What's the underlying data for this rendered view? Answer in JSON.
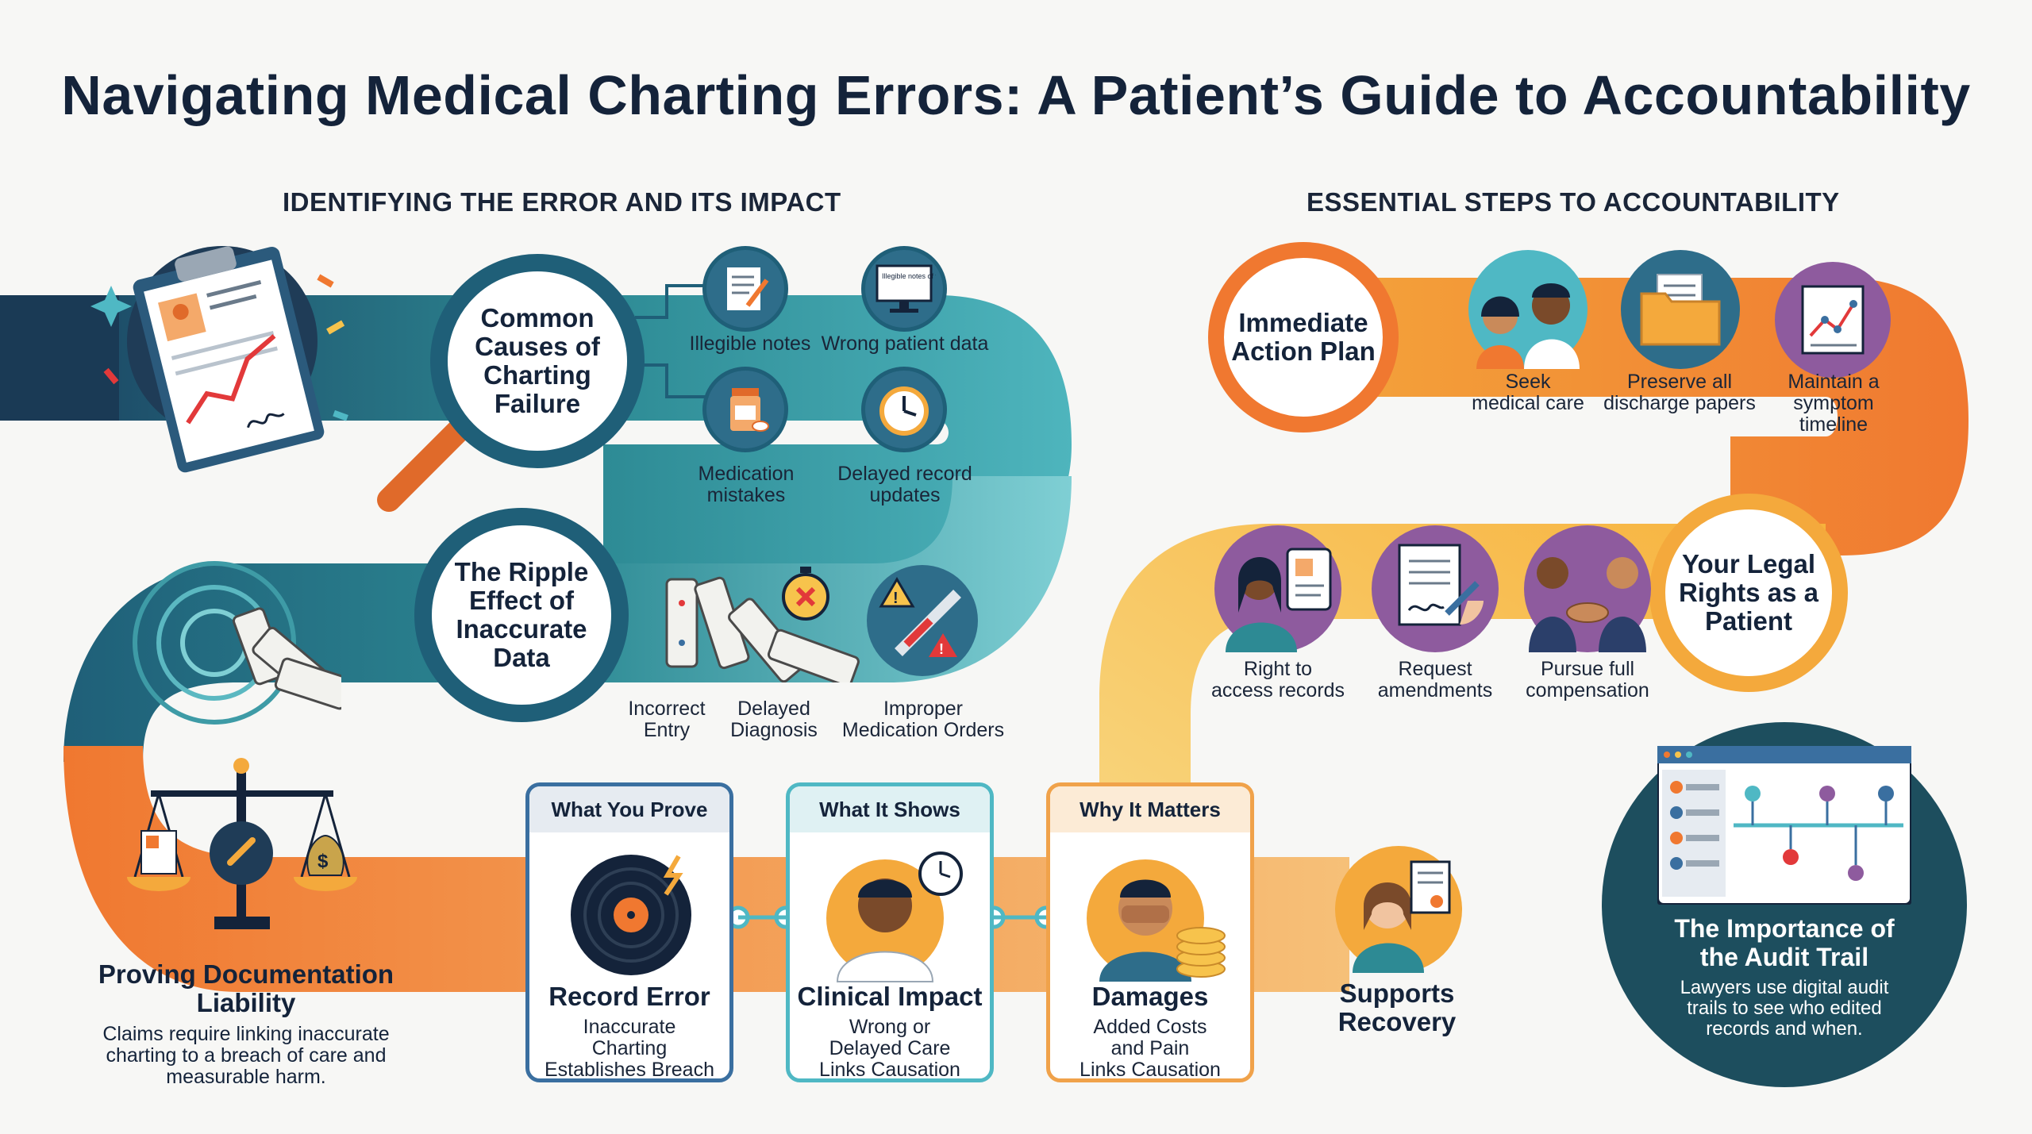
{
  "title": "Navigating Medical Charting Errors: A Patient’s Guide to Accountability",
  "left_heading": "IDENTIFYING THE ERROR AND ITS IMPACT",
  "right_heading": "ESSENTIAL STEPS TO ACCOUNTABILITY",
  "causes": {
    "title_lines": [
      "Common",
      "Causes of",
      "Charting",
      "Failure"
    ],
    "items": [
      {
        "label": "Illegible notes",
        "icon": "notepad-icon"
      },
      {
        "label": "Wrong patient data",
        "icon": "monitor-icon",
        "screen_text": "Illegible notes of visits"
      },
      {
        "label_lines": [
          "Medication",
          "mistakes"
        ],
        "icon": "pill-bottle-icon"
      },
      {
        "label_lines": [
          "Delayed record",
          "updates"
        ],
        "icon": "clock-icon"
      }
    ]
  },
  "ripple": {
    "title_lines": [
      "The Ripple",
      "Effect of",
      "Inaccurate",
      "Data"
    ],
    "items": [
      {
        "label_lines": [
          "Incorrect",
          "Entry"
        ],
        "icon": "dominoes-icon"
      },
      {
        "label_lines": [
          "Delayed",
          "Diagnosis"
        ],
        "icon": "stopwatch-icon"
      },
      {
        "label_lines": [
          "Improper",
          "Medication Orders"
        ],
        "icon": "syringe-warning-icon"
      }
    ]
  },
  "liability": {
    "title_lines": [
      "Proving Documentation",
      "Liability"
    ],
    "text_lines": [
      "Claims require linking inaccurate",
      "charting to a breach of care and",
      "measurable harm."
    ],
    "icon": "scales-icon"
  },
  "cards": [
    {
      "header": "What You Prove",
      "title": "Record Error",
      "text_lines": [
        "Inaccurate",
        "Charting",
        "Establishes Breach"
      ],
      "color": "#3a6fa0",
      "header_bg": "#e6ebf1",
      "icon": "vinyl-record-icon"
    },
    {
      "header": "What It Shows",
      "title": "Clinical Impact",
      "text_lines": [
        "Wrong or",
        "Delayed Care",
        "Links Causation"
      ],
      "color": "#4fb8c4",
      "header_bg": "#dff1f3",
      "icon": "doctor-clock-icon"
    },
    {
      "header": "Why It Matters",
      "title": "Damages",
      "text_lines": [
        "Added Costs",
        "and Pain",
        "Links Causation"
      ],
      "color": "#f0a24a",
      "header_bg": "#fcebd6",
      "icon": "distressed-coins-icon"
    }
  ],
  "recovery": {
    "title_lines": [
      "Supports",
      "Recovery"
    ],
    "icon": "woman-document-icon"
  },
  "immediate": {
    "title_lines": [
      "Immediate",
      "Action Plan"
    ],
    "items": [
      {
        "label_lines": [
          "Seek",
          "medical care"
        ],
        "icon": "doctor-patient-icon"
      },
      {
        "label_lines": [
          "Preserve all",
          "discharge papers"
        ],
        "icon": "folder-icon"
      },
      {
        "label_lines": [
          "Maintain a",
          "symptom",
          "timeline"
        ],
        "icon": "timeline-chart-icon"
      }
    ]
  },
  "rights": {
    "title_lines": [
      "Your Legal",
      "Rights as a",
      "Patient"
    ],
    "items": [
      {
        "label_lines": [
          "Right to",
          "access records"
        ],
        "icon": "woman-tablet-icon"
      },
      {
        "label_lines": [
          "Request",
          "amendments"
        ],
        "icon": "signing-document-icon"
      },
      {
        "label_lines": [
          "Pursue full",
          "compensation"
        ],
        "icon": "handshake-icon"
      }
    ]
  },
  "audit": {
    "title_lines": [
      "The Importance of",
      "the Audit Trail"
    ],
    "text_lines": [
      "Lawyers use digital audit",
      "trails to see who edited",
      "records and when."
    ],
    "icon": "audit-dashboard-icon"
  },
  "colors": {
    "navy": "#14233a",
    "teal": "#2d8a94",
    "dark_teal": "#1f5f78",
    "orange": "#f07830",
    "amber": "#f4a93c",
    "yellow": "#f7c34c",
    "card_blue": "#3a6fa0",
    "card_teal": "#4fb8c4",
    "card_orange": "#f0a24a"
  }
}
